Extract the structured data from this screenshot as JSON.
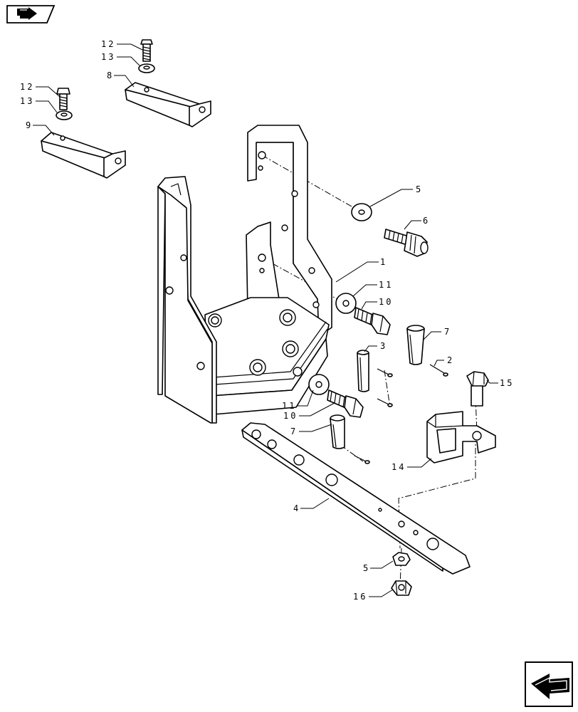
{
  "colors": {
    "line": "#000000",
    "background": "#ffffff"
  },
  "nav": {
    "top_icon": "breadcrumb-arrow-icon",
    "bottom_icon": "next-page-arrow-icon"
  },
  "callouts": [
    {
      "id": "c12a",
      "label": "12"
    },
    {
      "id": "c13a",
      "label": "13"
    },
    {
      "id": "c8",
      "label": "8"
    },
    {
      "id": "c12b",
      "label": "12"
    },
    {
      "id": "c13b",
      "label": "13"
    },
    {
      "id": "c9",
      "label": "9"
    },
    {
      "id": "c5a",
      "label": "5"
    },
    {
      "id": "c6",
      "label": "6"
    },
    {
      "id": "c1",
      "label": "1"
    },
    {
      "id": "c11a",
      "label": "11"
    },
    {
      "id": "c10a",
      "label": "10"
    },
    {
      "id": "c7a",
      "label": "7"
    },
    {
      "id": "c3",
      "label": "3"
    },
    {
      "id": "c2",
      "label": "2"
    },
    {
      "id": "c15",
      "label": "15"
    },
    {
      "id": "c11b",
      "label": "11"
    },
    {
      "id": "c10b",
      "label": "10"
    },
    {
      "id": "c7b",
      "label": "7"
    },
    {
      "id": "c14",
      "label": "14"
    },
    {
      "id": "c4",
      "label": "4"
    },
    {
      "id": "c5b",
      "label": "5"
    },
    {
      "id": "c16",
      "label": "16"
    }
  ]
}
